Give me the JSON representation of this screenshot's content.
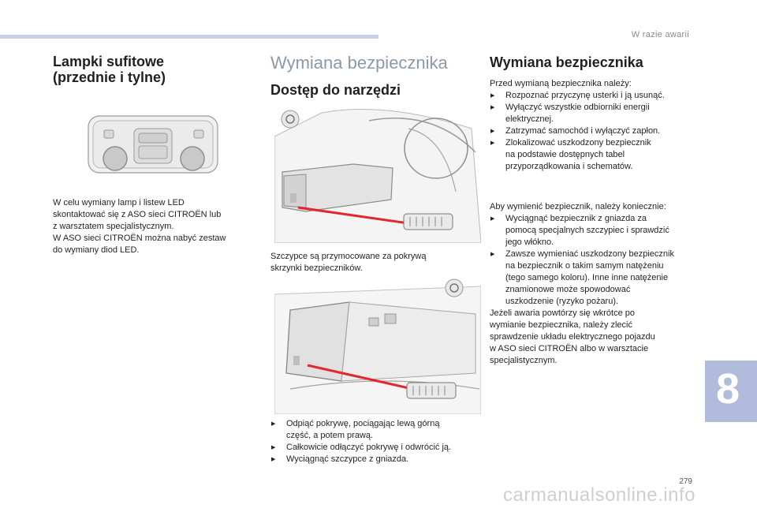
{
  "header": {
    "section_title": "W razie awarii"
  },
  "chapter": {
    "number": "8"
  },
  "page": {
    "number": "279",
    "watermark": "carmanualsonline.info"
  },
  "col1": {
    "title_line1": "Lampki sufitowe",
    "title_line2": "(przednie i tylne)",
    "paragraph_lines": [
      "W celu wymiany lamp i listew LED",
      "skontaktować się z ASO sieci CITROËN lub",
      "z warsztatem specjalistycznym.",
      "W ASO sieci CITROËN można nabyć zestaw",
      "do wymiany diod LED."
    ]
  },
  "col2": {
    "section_title": "Wymiana bezpiecznika",
    "sub_title": "Dostęp do narzędzi",
    "caption_lines": [
      "Szczypce są przymocowane za pokrywą",
      "skrzynki bezpieczników."
    ],
    "steps": [
      {
        "line1": "Odpiąć pokrywę, pociągając lewą górną",
        "line2": "część, a potem prawą."
      },
      {
        "line1": "Całkowicie odłączyć pokrywę i odwrócić ją.",
        "line2": ""
      },
      {
        "line1": "Wyciągnąć szczypce z gniazda.",
        "line2": ""
      }
    ]
  },
  "col3": {
    "title": "Wymiana bezpiecznika",
    "intro": "Przed wymianą bezpiecznika należy:",
    "before_steps": [
      {
        "lines": [
          "Rozpoznać przyczynę usterki i ją usunąć."
        ]
      },
      {
        "lines": [
          "Wyłączyć wszystkie odbiorniki energii",
          "elektrycznej."
        ]
      },
      {
        "lines": [
          "Zatrzymać samochód i wyłączyć zapłon."
        ]
      },
      {
        "lines": [
          "Zlokalizować uszkodzony bezpiecznik",
          "na podstawie dostępnych tabel",
          "przyporządkowania i schematów."
        ]
      }
    ],
    "intro2": "Aby wymienić bezpiecznik, należy koniecznie:",
    "replace_steps": [
      {
        "lines": [
          "Wyciągnąć bezpiecznik z gniazda za",
          "pomocą specjalnych szczypiec i sprawdzić",
          "jego włókno."
        ]
      },
      {
        "lines": [
          "Zawsze wymieniać uszkodzony bezpiecznik",
          "na bezpiecznik o takim samym natężeniu",
          "(tego samego koloru). Inne inne natężenie",
          "znamionowe może spowodować",
          "uszkodzenie (ryzyko pożaru)."
        ]
      }
    ],
    "closing_lines": [
      "Jeżeli awaria powtórzy się wkrótce po",
      "wymianie bezpiecznika, należy zlecić",
      "sprawdzenie układu elektrycznego pojazdu",
      "w ASO sieci CITROËN albo w warsztacie",
      "specjalistycznym."
    ]
  },
  "colors": {
    "accent": "#8c9aa8",
    "topbar": "#c8d1e6",
    "tab": "#b1bcdc",
    "arrow": "#e0282e"
  },
  "illustrations": [
    {
      "icon": "ceiling-lamp-illustration"
    },
    {
      "icon": "fuse-box-location-illustration"
    },
    {
      "icon": "fuse-tweezers-illustration"
    }
  ]
}
